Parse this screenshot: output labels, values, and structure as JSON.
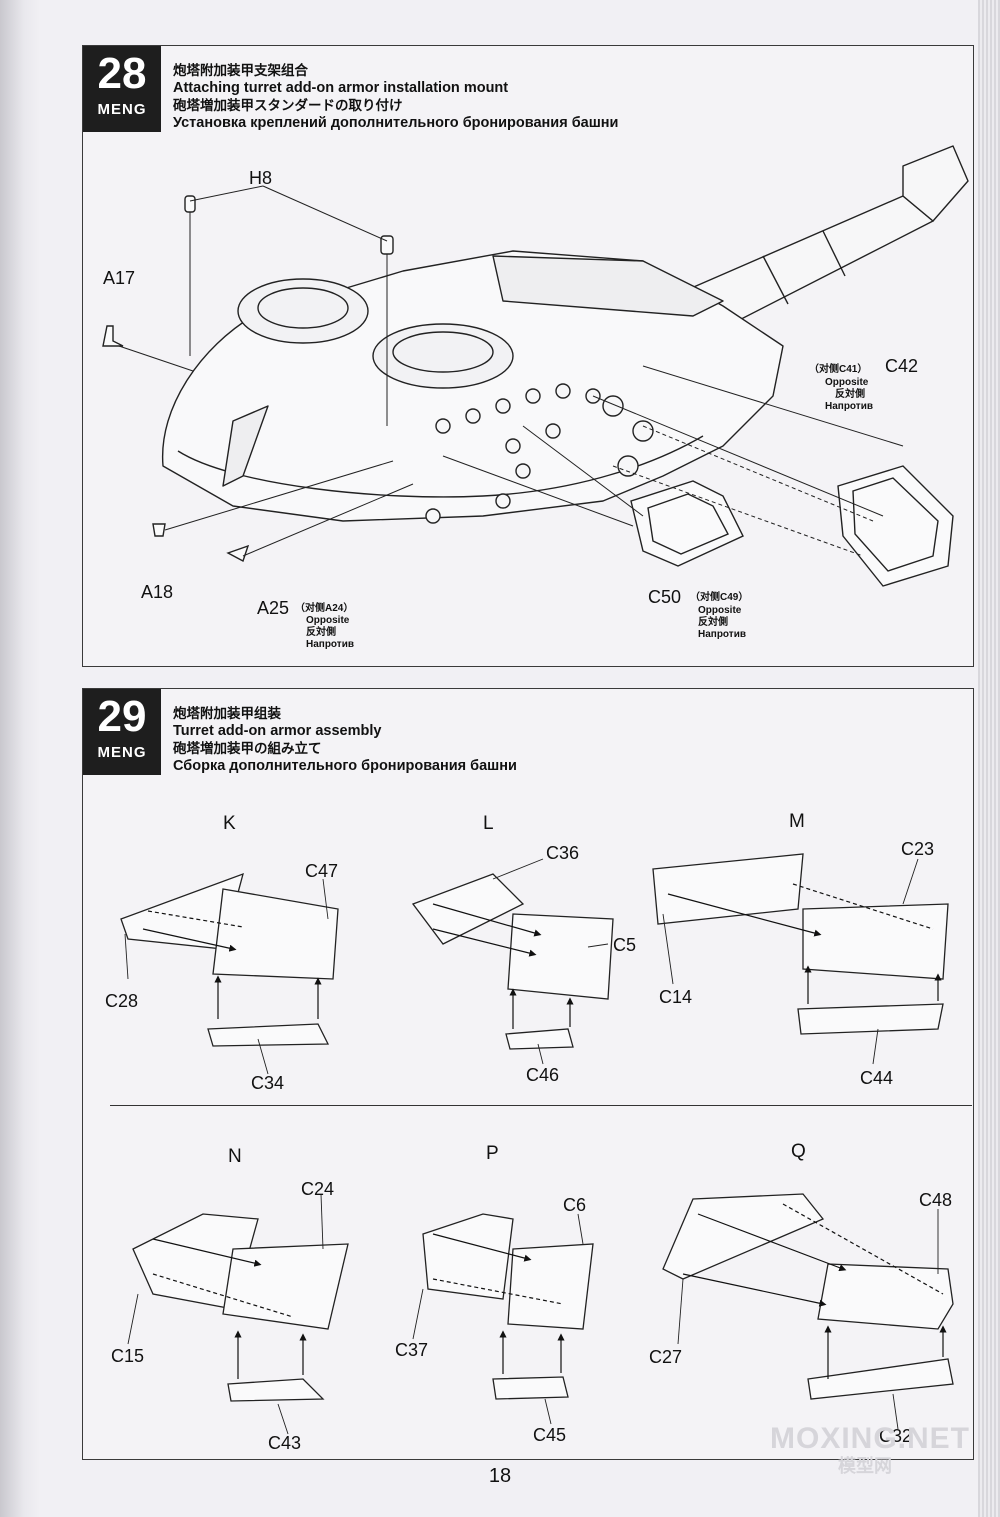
{
  "steps": [
    {
      "number": "28",
      "brand": "MENG",
      "title_zh": "炮塔附加装甲支架组合",
      "title_en": "Attaching turret add-on armor installation mount",
      "title_ja": "砲塔増加装甲スタンダードの取り付け",
      "title_ru": "Установка креплений дополнительного бронирования башни",
      "labels": {
        "h8": "H8",
        "a17": "A17",
        "a18": "A18",
        "a25": "A25",
        "a25_note": "（对侧A24）",
        "c42": "C42",
        "c42_note": "（对侧C41）",
        "c50": "C50",
        "c50_note": "（对侧C49）",
        "opposite_en": "Opposite",
        "opposite_ja": "反対側",
        "opposite_ru": "Напротив"
      }
    },
    {
      "number": "29",
      "brand": "MENG",
      "title_zh": "炮塔附加装甲组装",
      "title_en": "Turret add-on armor assembly",
      "title_ja": "砲塔増加装甲の組み立て",
      "title_ru": "Сборка дополнительного бронирования башни",
      "subassemblies": [
        {
          "letter": "K",
          "parts": [
            "C47",
            "C28",
            "C34"
          ]
        },
        {
          "letter": "L",
          "parts": [
            "C36",
            "C5",
            "C46"
          ]
        },
        {
          "letter": "M",
          "parts": [
            "C23",
            "C14",
            "C44"
          ]
        },
        {
          "letter": "N",
          "parts": [
            "C24",
            "C15",
            "C43"
          ]
        },
        {
          "letter": "P",
          "parts": [
            "C6",
            "C37",
            "C45"
          ]
        },
        {
          "letter": "Q",
          "parts": [
            "C48",
            "C27",
            "C32"
          ]
        }
      ]
    }
  ],
  "page_number": "18",
  "watermark": {
    "main": "MOXING.NET",
    "sub": "模型网"
  }
}
